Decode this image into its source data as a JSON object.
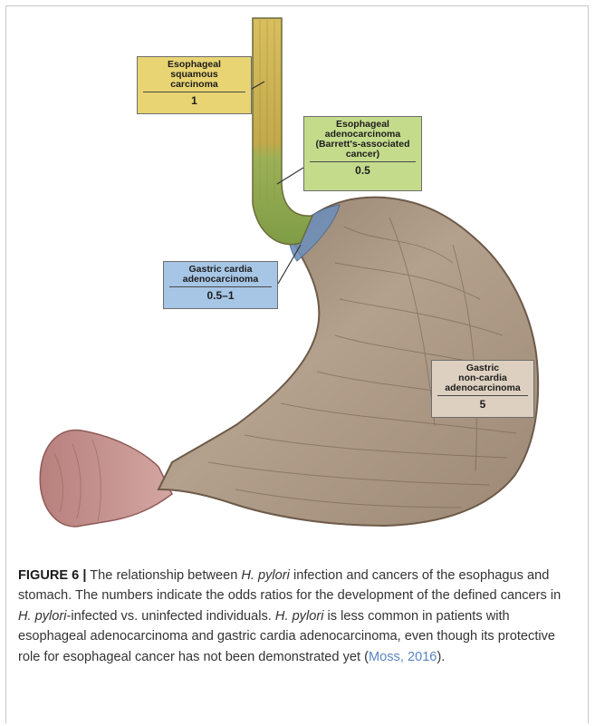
{
  "figure": {
    "labels": {
      "esophageal_squamous": {
        "name": "Esophageal\nsquamous\ncarcinoma",
        "value": "1"
      },
      "esophageal_adeno": {
        "name": "Esophageal\nadenocarcinoma\n(Barrett's-associated\ncancer)",
        "value": "0.5"
      },
      "gastric_cardia": {
        "name": "Gastric cardia\nadenocarcinoma",
        "value": "0.5–1"
      },
      "gastric_noncardia": {
        "name": "Gastric\nnon-cardia\nadenocarcinoma",
        "value": "5"
      }
    },
    "colors": {
      "squamous_fill": "#e8d473",
      "adeno_fill": "#c4db8c",
      "cardia_fill": "#a7c6e6",
      "noncardia_fill": "#ddd0c0",
      "stomach": "#a99580",
      "esophagus_upper": "#c9ae52",
      "esophagus_lower": "#8ea84e",
      "cardia_zone": "#6f8fb8",
      "duodenum": "#c6928f"
    }
  },
  "caption": {
    "label": "FIGURE 6 |",
    "part1": " The relationship between ",
    "italic1": "H. pylori",
    "part2": " infection and cancers of the esophagus and stomach. The numbers indicate the odds ratios for the development of the defined cancers in ",
    "italic2": "H. pylori",
    "part3": "-infected vs. uninfected individuals. ",
    "italic3": "H. pylori",
    "part4": " is less common in patients with esophageal adenocarcinoma and gastric cardia adenocarcinoma, even though its protective role for esophageal cancer has not been demonstrated yet (",
    "citation": "Moss, 2016",
    "part5": ")."
  }
}
